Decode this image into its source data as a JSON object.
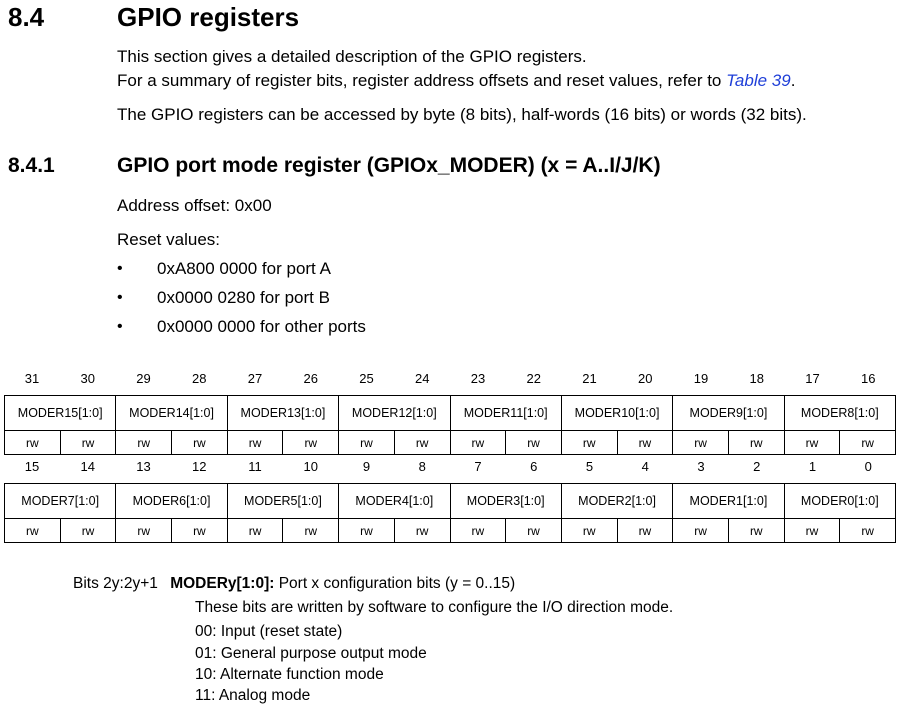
{
  "section": {
    "number": "8.4",
    "title": "GPIO registers"
  },
  "intro": {
    "line1": "This section gives a detailed description of the GPIO registers.",
    "line2_prefix": "For a summary of register bits, register address offsets and reset values, refer to ",
    "line2_link": "Table 39",
    "line2_suffix": ".",
    "line3": "The GPIO registers can be accessed by byte (8 bits), half-words (16 bits) or words (32 bits)."
  },
  "subsection": {
    "number": "8.4.1",
    "title": "GPIO port mode register (GPIOx_MODER) (x = A..I/J/K)"
  },
  "address_offset": "Address offset: 0x00",
  "reset_label": "Reset values:",
  "reset_values": [
    "0xA800 0000 for port A",
    "0x0000 0280 for port B",
    "0x0000 0000 for other ports"
  ],
  "register": {
    "upper_bits": [
      "31",
      "30",
      "29",
      "28",
      "27",
      "26",
      "25",
      "24",
      "23",
      "22",
      "21",
      "20",
      "19",
      "18",
      "17",
      "16"
    ],
    "upper_fields": [
      "MODER15[1:0]",
      "MODER14[1:0]",
      "MODER13[1:0]",
      "MODER12[1:0]",
      "MODER11[1:0]",
      "MODER10[1:0]",
      "MODER9[1:0]",
      "MODER8[1:0]"
    ],
    "lower_bits": [
      "15",
      "14",
      "13",
      "12",
      "11",
      "10",
      "9",
      "8",
      "7",
      "6",
      "5",
      "4",
      "3",
      "2",
      "1",
      "0"
    ],
    "lower_fields": [
      "MODER7[1:0]",
      "MODER6[1:0]",
      "MODER5[1:0]",
      "MODER4[1:0]",
      "MODER3[1:0]",
      "MODER2[1:0]",
      "MODER1[1:0]",
      "MODER0[1:0]"
    ],
    "access": "rw"
  },
  "bit_description": {
    "bits": "Bits 2y:2y+1",
    "field": "MODERy[1:0]:",
    "field_desc": " Port x configuration bits (y = 0..15)",
    "lines": [
      "These bits are written by software to configure the I/O direction mode.",
      "00: Input (reset state)",
      "01: General purpose output mode",
      "10: Alternate function mode",
      "11: Analog mode"
    ]
  }
}
